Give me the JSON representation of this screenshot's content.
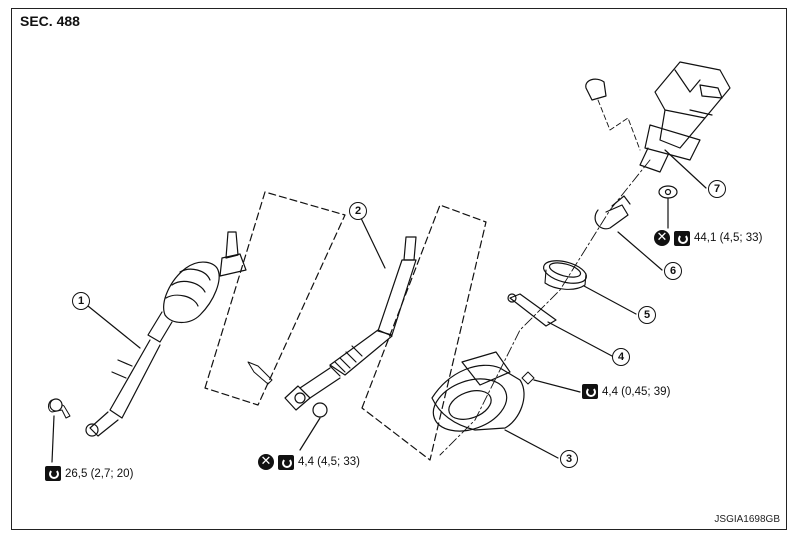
{
  "header": {
    "section": "SEC. 488"
  },
  "footer": {
    "code": "JSGIA1698GB"
  },
  "callouts": [
    "1",
    "2",
    "3",
    "4",
    "5",
    "6",
    "7"
  ],
  "specs": {
    "s1": "26,5 (2,7; 20)",
    "s2": "4,4 (4,5; 33)",
    "s3": "4,4 (0,45; 39)",
    "s4": "44,1 (4,5; 33)"
  },
  "icons": {
    "torque": "torque-wrench-icon",
    "noreuse": "do-not-reuse-icon"
  },
  "colors": {
    "line": "#111111",
    "background": "#ffffff"
  }
}
